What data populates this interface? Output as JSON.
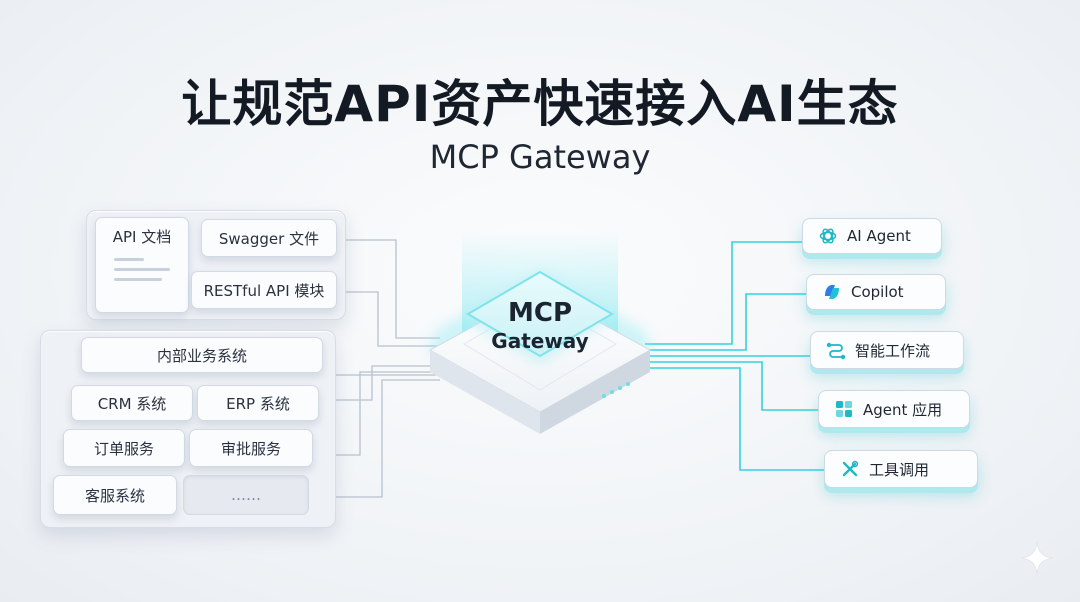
{
  "title": "让规范API资产快速接入AI生态",
  "subtitle": "MCP Gateway",
  "sources": {
    "doc_card": "API 文档",
    "swagger": "Swagger 文件",
    "restful": "RESTful API 模块"
  },
  "systems": {
    "header": "内部业务系统",
    "crm": "CRM 系统",
    "erp": "ERP 系统",
    "order": "订单服务",
    "approval": "审批服务",
    "support": "客服系统",
    "more": "……"
  },
  "gateway": {
    "line1": "MCP",
    "line2": "Gateway"
  },
  "targets": [
    {
      "label": "AI Agent",
      "icon": "openai-knot-icon"
    },
    {
      "label": "Copilot",
      "icon": "copilot-icon"
    },
    {
      "label": "智能工作流",
      "icon": "workflow-icon"
    },
    {
      "label": "Agent 应用",
      "icon": "app-grid-icon"
    },
    {
      "label": "工具调用",
      "icon": "tools-icon"
    }
  ],
  "colors": {
    "accent": "#2ed3de",
    "line_gray": "#b8c1cc",
    "title": "#141a24"
  }
}
